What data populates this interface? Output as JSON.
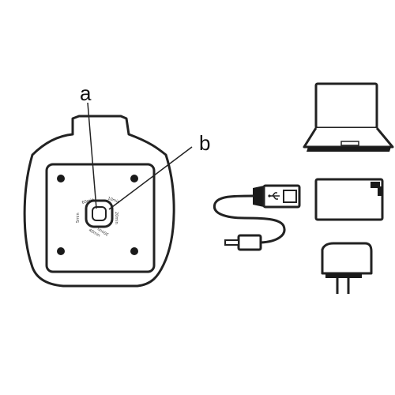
{
  "diagram": {
    "callouts": {
      "a": "a",
      "b": "b"
    },
    "timer_marks": [
      "60min",
      "10min",
      "20min",
      "30min",
      "40min",
      "5min"
    ],
    "icons": [
      "device-top-view",
      "laptop-icon",
      "usb-cable-icon",
      "battery-pack-icon",
      "wall-adapter-icon"
    ],
    "colors": {
      "line": "#222222",
      "fill": "#ffffff",
      "dark": "#1a1a1a"
    }
  }
}
